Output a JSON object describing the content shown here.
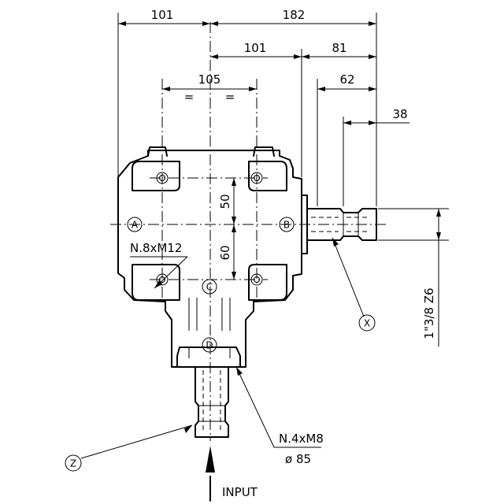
{
  "dimensions": {
    "overall_left": "101",
    "overall_right": "182",
    "center_to_face": "101",
    "face_to_shaft_end": "81",
    "shaft_length": "62",
    "spline_length": "38",
    "bolt_spacing": "105",
    "equal_left": "=",
    "equal_right": "=",
    "upper_offset": "50",
    "lower_offset": "60"
  },
  "callouts": {
    "top_holes": "N.8xM12",
    "bottom_holes": "N.4xM8",
    "bottom_diameter": "ø 85",
    "shaft_spec": "1\"3/8 Z6",
    "input_label": "INPUT"
  },
  "markers": {
    "a": "A",
    "b": "B",
    "c": "C",
    "d": "D",
    "x": "X",
    "z": "Z"
  },
  "colors": {
    "line": "#000000",
    "background": "#ffffff"
  }
}
